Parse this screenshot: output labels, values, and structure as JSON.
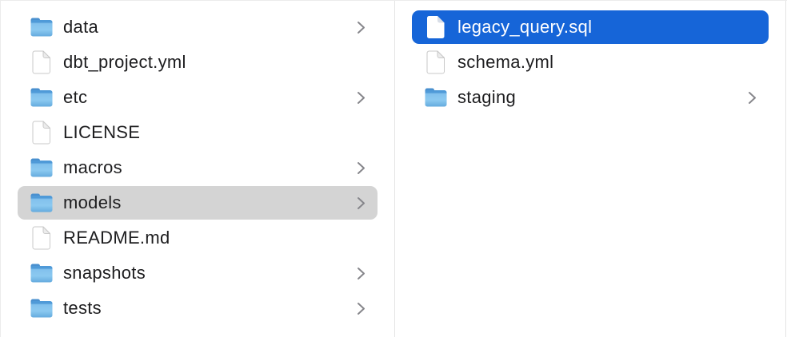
{
  "window": {
    "view": "finder-column-view"
  },
  "colors": {
    "selection_active_blue": "#1665d8",
    "selection_inactive_gray": "#d4d4d4",
    "label_text": "#1d1d1f",
    "selected_label_text": "#ffffff",
    "chevron_gray": "#86868b",
    "folder_blue": "#6cb3e5",
    "divider_gray": "#e4e4e4",
    "background": "#ffffff"
  },
  "columns": [
    {
      "name": "left-column",
      "items": [
        {
          "label": "data",
          "type": "folder",
          "has_chevron": true,
          "selected": false
        },
        {
          "label": "dbt_project.yml",
          "type": "file",
          "has_chevron": false,
          "selected": false
        },
        {
          "label": "etc",
          "type": "folder",
          "has_chevron": true,
          "selected": false
        },
        {
          "label": "LICENSE",
          "type": "file",
          "has_chevron": false,
          "selected": false
        },
        {
          "label": "macros",
          "type": "folder",
          "has_chevron": true,
          "selected": false
        },
        {
          "label": "models",
          "type": "folder",
          "has_chevron": true,
          "selected": true,
          "selection": "inactive"
        },
        {
          "label": "README.md",
          "type": "file",
          "has_chevron": false,
          "selected": false
        },
        {
          "label": "snapshots",
          "type": "folder",
          "has_chevron": true,
          "selected": false
        },
        {
          "label": "tests",
          "type": "folder",
          "has_chevron": true,
          "selected": false
        }
      ]
    },
    {
      "name": "right-column",
      "items": [
        {
          "label": "legacy_query.sql",
          "type": "file",
          "has_chevron": false,
          "selected": true,
          "selection": "active"
        },
        {
          "label": "schema.yml",
          "type": "file",
          "has_chevron": false,
          "selected": false
        },
        {
          "label": "staging",
          "type": "folder",
          "has_chevron": true,
          "selected": false
        }
      ]
    }
  ]
}
